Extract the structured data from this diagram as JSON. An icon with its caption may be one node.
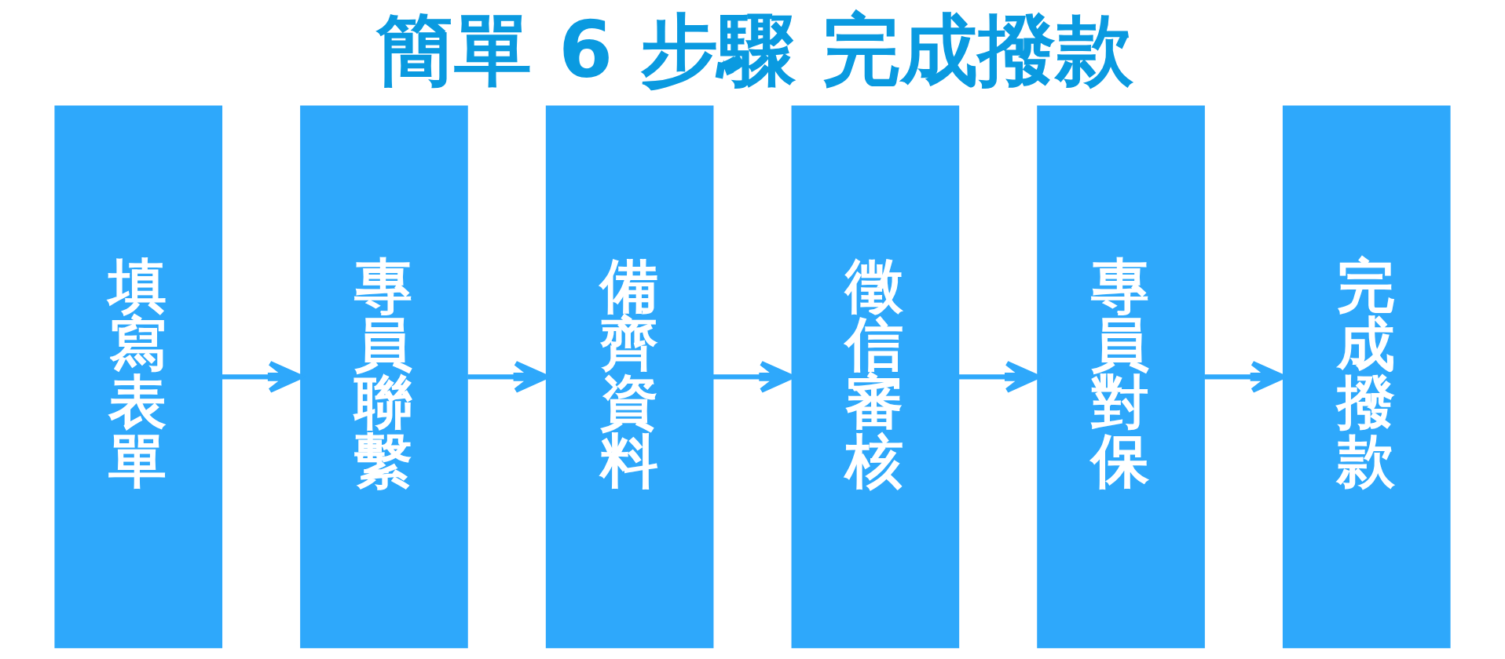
{
  "diagram": {
    "title": "簡單 6 步驟 完成撥款",
    "nodes": [
      {
        "text": [
          "填寫表單"
        ]
      },
      {
        "text": [
          "專員聯繫"
        ]
      },
      {
        "text": [
          "備齊資料"
        ]
      },
      {
        "text": [
          "徵信審核"
        ]
      },
      {
        "text": [
          "專員對保"
        ]
      },
      {
        "text": [
          "完成撥款"
        ]
      }
    ],
    "edges": [
      {
        "from": 0,
        "to": 1,
        "arrow": "to"
      },
      {
        "from": 1,
        "to": 2,
        "arrow": "to"
      },
      {
        "from": 2,
        "to": 3,
        "arrow": "to"
      },
      {
        "from": 3,
        "to": 4,
        "arrow": "to"
      },
      {
        "from": 4,
        "to": 5,
        "arrow": "to"
      }
    ]
  }
}
